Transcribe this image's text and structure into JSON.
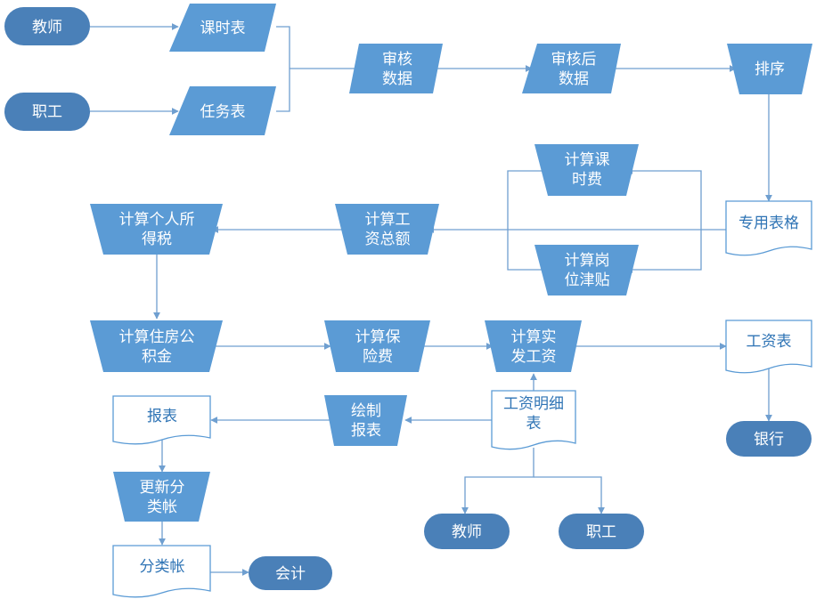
{
  "colors": {
    "fill": "#5b9bd5",
    "terminal": "#4a80b8",
    "doc_stroke": "#5b9bd5",
    "doc_text": "#2f74b5",
    "line": "#6f9fd0"
  },
  "nodes": {
    "teacher_top": {
      "lines": [
        "教师"
      ]
    },
    "staff_top": {
      "lines": [
        "职工"
      ]
    },
    "timetable": {
      "lines": [
        "课时表"
      ]
    },
    "tasklist": {
      "lines": [
        "任务表"
      ]
    },
    "audit_data": {
      "lines": [
        "审核",
        "数据"
      ]
    },
    "audited_data": {
      "lines": [
        "审核后",
        "数据"
      ]
    },
    "sort": {
      "lines": [
        "排序"
      ]
    },
    "special_form": {
      "lines": [
        "专用表格"
      ]
    },
    "calc_class_fee": {
      "lines": [
        "计算课",
        "时费"
      ]
    },
    "calc_allowance": {
      "lines": [
        "计算岗",
        "位津贴"
      ]
    },
    "calc_total": {
      "lines": [
        "计算工",
        "资总额"
      ]
    },
    "calc_tax": {
      "lines": [
        "计算个人所",
        "得税"
      ]
    },
    "calc_fund": {
      "lines": [
        "计算住房公",
        "积金"
      ]
    },
    "calc_insurance": {
      "lines": [
        "计算保",
        "险费"
      ]
    },
    "calc_net": {
      "lines": [
        "计算实",
        "发工资"
      ]
    },
    "salary_sheet": {
      "lines": [
        "工资表"
      ]
    },
    "bank": {
      "lines": [
        "银行"
      ]
    },
    "salary_detail": {
      "lines": [
        "工资明细",
        "表"
      ]
    },
    "draw_report": {
      "lines": [
        "绘制",
        "报表"
      ]
    },
    "report": {
      "lines": [
        "报表"
      ]
    },
    "update_ledger": {
      "lines": [
        "更新分",
        "类帐"
      ]
    },
    "ledger": {
      "lines": [
        "分类帐"
      ]
    },
    "accountant": {
      "lines": [
        "会计"
      ]
    },
    "teacher_bottom": {
      "lines": [
        "教师"
      ]
    },
    "staff_bottom": {
      "lines": [
        "职工"
      ]
    }
  }
}
